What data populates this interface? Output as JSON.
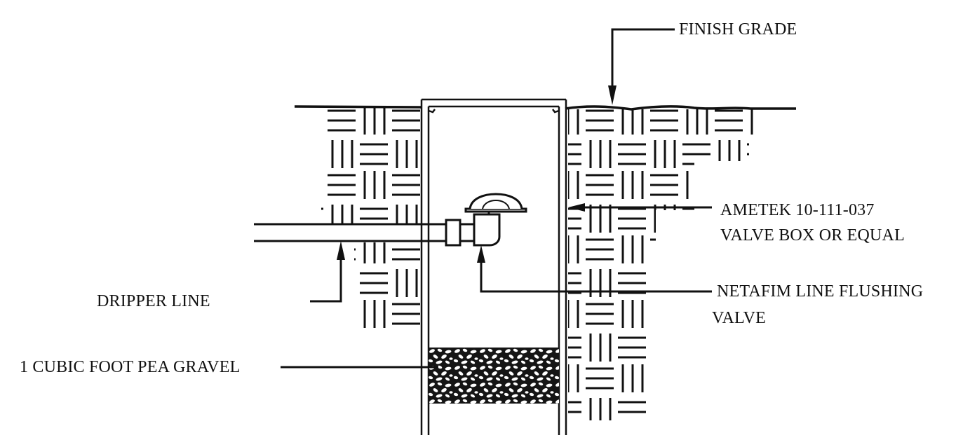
{
  "labels": {
    "finish_grade": "FINISH GRADE",
    "valve_box_line1": "AMETEK 10-111-037",
    "valve_box_line2": "VALVE BOX OR EQUAL",
    "dripper_line": "DRIPPER LINE",
    "flushing_valve_line1": "NETAFIM LINE FLUSHING",
    "flushing_valve_line2": "VALVE",
    "gravel": "1 CUBIC FOOT PEA GRAVEL"
  },
  "colors": {
    "ink": "#111111",
    "background": "#ffffff"
  }
}
